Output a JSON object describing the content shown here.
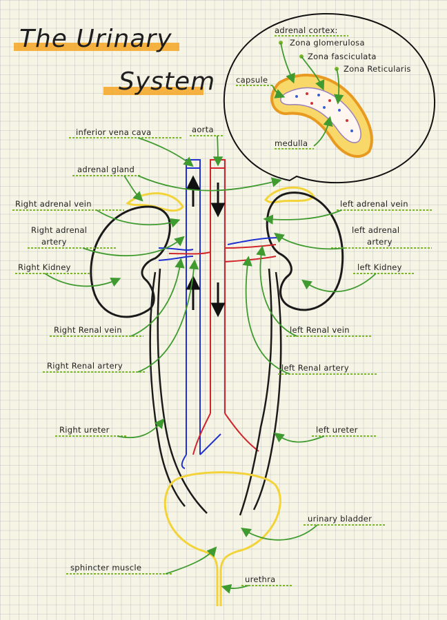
{
  "title": {
    "line1": "The Urinary",
    "line2": "System"
  },
  "inset": {
    "heading": "adrenal cortex:",
    "zona_glomerulosa": "Zona glomerulosa",
    "zona_fasciculata": "Zona fasciculata",
    "zona_reticularis": "Zona Reticularis",
    "capsule": "capsule",
    "medulla": "medulla"
  },
  "labels": {
    "inferior_vena_cava": "inferior vena cava",
    "aorta": "aorta",
    "adrenal_gland": "adrenal gland",
    "right_adrenal_vein": "Right adrenal vein",
    "left_adrenal_vein": "left adrenal vein",
    "right_adrenal_artery_1": "Right adrenal",
    "right_adrenal_artery_2": "artery",
    "left_adrenal_artery_1": "left adrenal",
    "left_adrenal_artery_2": "artery",
    "right_kidney": "Right Kidney",
    "left_kidney": "left Kidney",
    "right_renal_vein": "Right Renal vein",
    "left_renal_vein": "left Renal vein",
    "right_renal_artery": "Right Renal artery",
    "left_renal_artery": "left Renal artery",
    "right_ureter": "Right ureter",
    "left_ureter": "left ureter",
    "urinary_bladder": "urinary bladder",
    "sphincter_muscle": "sphincter muscle",
    "urethra": "urethra"
  },
  "colors": {
    "highlight": "#f5a623",
    "label_underline": "#7ab52a",
    "arrow": "#3f9a2f",
    "vein": "#1f2fd0",
    "artery": "#d0242a",
    "gland": "#f2d43a",
    "outline": "#1a1a1a"
  }
}
